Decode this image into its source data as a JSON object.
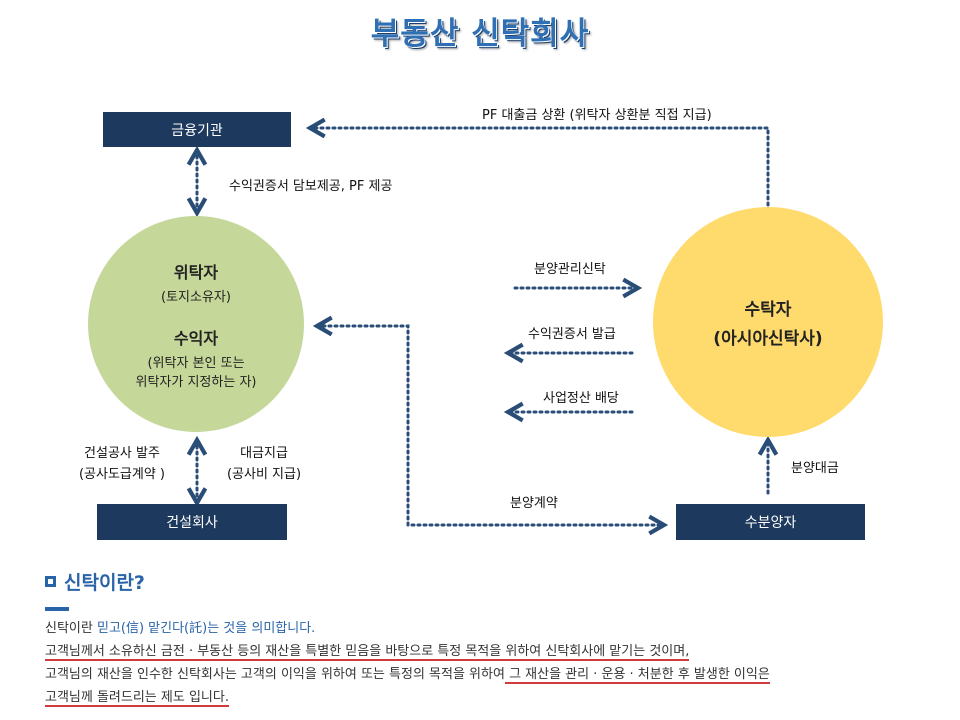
{
  "title": "부동산 신탁회사",
  "boxes": {
    "finance": "금융기관",
    "construction": "건설회사",
    "buyer": "수분양자"
  },
  "left_circle": {
    "entrustor": "위탁자",
    "entrustor_sub": "(토지소유자)",
    "beneficiary": "수익자",
    "beneficiary_sub1": "(위탁자 본인 또는",
    "beneficiary_sub2": "위탁자가 지정하는 자)"
  },
  "right_circle": {
    "trustee": "수탁자",
    "trustee_sub": "(아시아신탁사)"
  },
  "labels": {
    "pf_repay": "PF 대출금 상환 (위탁자 상환분 직접 지급)",
    "collateral": "수익권증서 담보제공, PF 제공",
    "sale_trust": "분양관리신탁",
    "certificate": "수익권증서 발급",
    "dividend": "사업정산 배당",
    "sale_payment": "분양대금",
    "sale_contract": "분양계약",
    "order_1": "건설공사 발주",
    "order_2": "(공사도급계약 )",
    "payment_1": "대금지급",
    "payment_2": "(공사비 지급)"
  },
  "explain": {
    "heading": "신탁이란?",
    "line1_a": "신탁이란 ",
    "line1_b": "믿고(信) 맡긴다(託)",
    "line1_c": "는 것을 의미합니다.",
    "line2": "고객님께서 소유하신 금전 · 부동산 등의 재산을 특별한 믿음을 바탕으로 특정 목적을 위하여 신탁회사에 맡기는 것이며,",
    "line3_a": "고객님의 재산을 인수한 신탁회사는 고객의 이익을 위하여 또는 특정의 목적을 위하여",
    "line3_b": " 그 재산을 관리 · 운용 · 처분한 후 발생한 이익은",
    "line4": "고객님께 돌려드리는 제도 입니다."
  },
  "colors": {
    "box": "#1d3a5e",
    "left_circle": "#c5d89a",
    "right_circle": "#ffdb6e",
    "arrow": "#2a4d78",
    "accent": "#2a64a8",
    "underline": "#d23b3b"
  }
}
